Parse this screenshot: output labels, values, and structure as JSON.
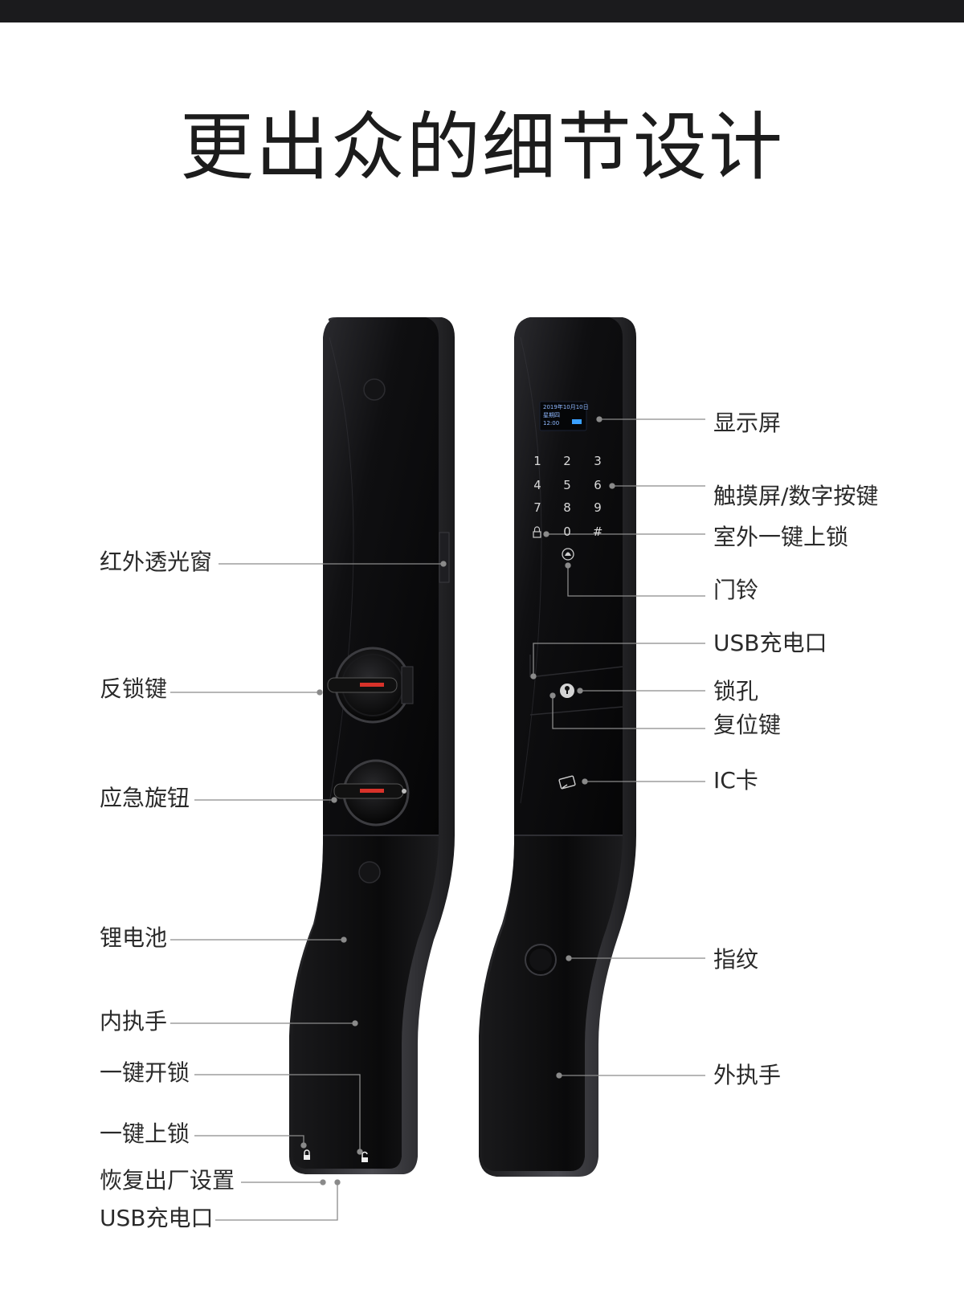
{
  "title": "更出众的细节设计",
  "screen": {
    "line1": "2019年10月10日",
    "line2": "星期四",
    "line3": "12:00"
  },
  "keypad": [
    "1",
    "2",
    "3",
    "4",
    "5",
    "6",
    "7",
    "8",
    "9",
    "",
    "0",
    "#"
  ],
  "labels_left": [
    {
      "id": "infrared",
      "text": "红外透光窗"
    },
    {
      "id": "anti-lock",
      "text": "反锁键"
    },
    {
      "id": "emergency-knob",
      "text": "应急旋钮"
    },
    {
      "id": "lithium-battery",
      "text": "锂电池"
    },
    {
      "id": "inner-handle",
      "text": "内执手"
    },
    {
      "id": "one-key-unlock",
      "text": "一键开锁"
    },
    {
      "id": "one-key-lock",
      "text": "一键上锁"
    },
    {
      "id": "factory-reset",
      "text": "恢复出厂设置"
    },
    {
      "id": "usb-port-inner",
      "text": "USB充电口"
    }
  ],
  "labels_right": [
    {
      "id": "display",
      "text": "显示屏"
    },
    {
      "id": "touchscreen",
      "text": "触摸屏/数字按键"
    },
    {
      "id": "outdoor-lock",
      "text": "室外一键上锁"
    },
    {
      "id": "doorbell",
      "text": "门铃"
    },
    {
      "id": "usb-port-outer",
      "text": "USB充电口"
    },
    {
      "id": "keyhole",
      "text": "锁孔"
    },
    {
      "id": "reset-key",
      "text": "复位键"
    },
    {
      "id": "ic-card",
      "text": "IC卡"
    },
    {
      "id": "fingerprint",
      "text": "指纹"
    },
    {
      "id": "outer-handle",
      "text": "外执手"
    }
  ],
  "colors": {
    "body": "#0d0d0f",
    "frame": "#2c2c30",
    "accent_red": "#d8322a",
    "line": "#8a8a8a"
  }
}
